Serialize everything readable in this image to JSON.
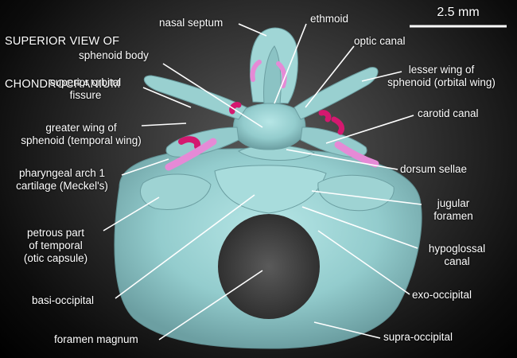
{
  "title": {
    "line1": "SUPERIOR VIEW OF",
    "line2": "CHONDROCRANIUM"
  },
  "scale_bar": {
    "label": "2.5 mm"
  },
  "colors": {
    "cartilage": "#9fd6d6",
    "cartilage_shade": "#6fa3a6",
    "magenta": "#d4186f",
    "pink": "#e58ad6",
    "leader": "#ffffff",
    "text": "#ffffff"
  },
  "labels": {
    "nasal_septum": "nasal septum",
    "ethmoid": "ethmoid",
    "optic_canal": "optic canal",
    "sphenoid_body": "sphenoid body",
    "lesser_wing": "lesser wing of\nsphenoid (orbital wing)",
    "superior_orbital_fissure": "superior orbital\nfissure",
    "carotid_canal": "carotid canal",
    "greater_wing": "greater wing of\nsphenoid (temporal wing)",
    "dorsum_sellae": "dorsum sellae",
    "pharyngeal_arch": "pharyngeal arch 1\ncartilage (Meckel's)",
    "jugular_foramen": "jugular\nforamen",
    "petrous_part": "petrous part\nof temporal\n(otic capsule)",
    "hypoglossal_canal": "hypoglossal\ncanal",
    "basi_occipital": "basi-occipital",
    "exo_occipital": "exo-occipital",
    "foramen_magnum": "foramen magnum",
    "supra_occipital": "supra-occipital"
  }
}
